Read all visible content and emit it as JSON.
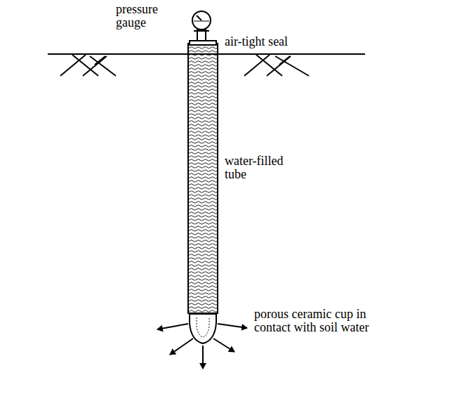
{
  "diagram": {
    "labels": [
      "pressure gauge",
      "air-tight seal",
      "water-filled tube",
      "porous ceramic cup in contact with soil water"
    ]
  }
}
